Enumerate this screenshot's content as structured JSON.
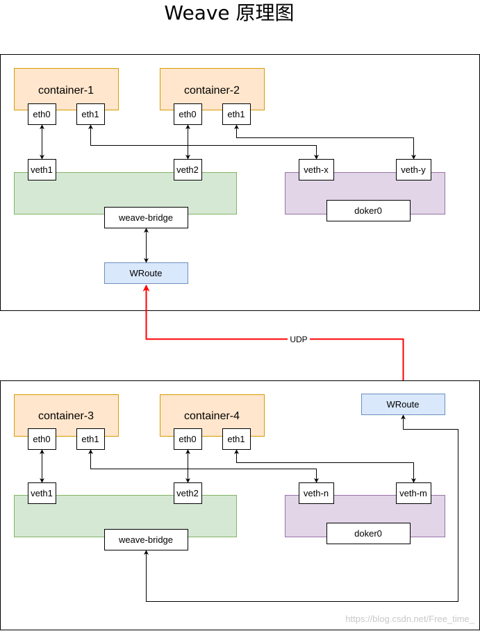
{
  "title": "Weave 原理图",
  "link_label": "UDP",
  "watermark": "https://blog.csdn.net/Free_time_",
  "colors": {
    "container_fill": "#ffe6cc",
    "container_stroke": "#d79b00",
    "bridge_fill": "#d5e8d4",
    "bridge_stroke": "#82b366",
    "docker_fill": "#e1d5e7",
    "docker_stroke": "#9673a6",
    "router_fill": "#dae8fc",
    "router_stroke": "#6c8ebf",
    "udp_link": "#ff0000"
  },
  "host1": {
    "container_a": {
      "name": "container-1",
      "eth0": "eth0",
      "eth1": "eth1"
    },
    "container_b": {
      "name": "container-2",
      "eth0": "eth0",
      "eth1": "eth1"
    },
    "bridge": {
      "veth_a": "veth1",
      "veth_b": "veth2",
      "name": "weave-bridge"
    },
    "docker": {
      "veth_a": "veth-x",
      "veth_b": "veth-y",
      "name": "doker0"
    },
    "router": "WRoute"
  },
  "host2": {
    "container_a": {
      "name": "container-3",
      "eth0": "eth0",
      "eth1": "eth1"
    },
    "container_b": {
      "name": "container-4",
      "eth0": "eth0",
      "eth1": "eth1"
    },
    "bridge": {
      "veth_a": "veth1",
      "veth_b": "veth2",
      "name": "weave-bridge"
    },
    "docker": {
      "veth_a": "veth-n",
      "veth_b": "veth-m",
      "name": "doker0"
    },
    "router": "WRoute"
  }
}
